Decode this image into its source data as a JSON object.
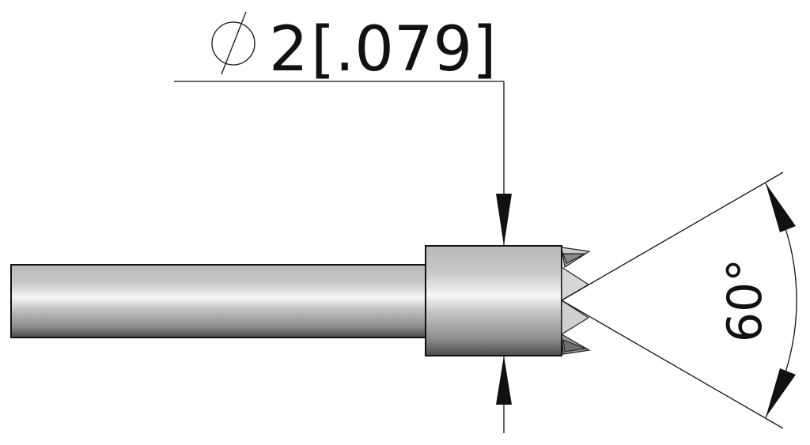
{
  "drawing": {
    "diameter_dimension": {
      "symbol": "⌀",
      "value": "2",
      "alt_value": "[.079]"
    },
    "angle_dimension": {
      "value": "60°"
    }
  },
  "colors": {
    "line": "#111111",
    "background": "#ffffff",
    "metal_light": "#f4f4f4",
    "metal_mid": "#c4c4c4",
    "metal_dark": "#555555"
  }
}
